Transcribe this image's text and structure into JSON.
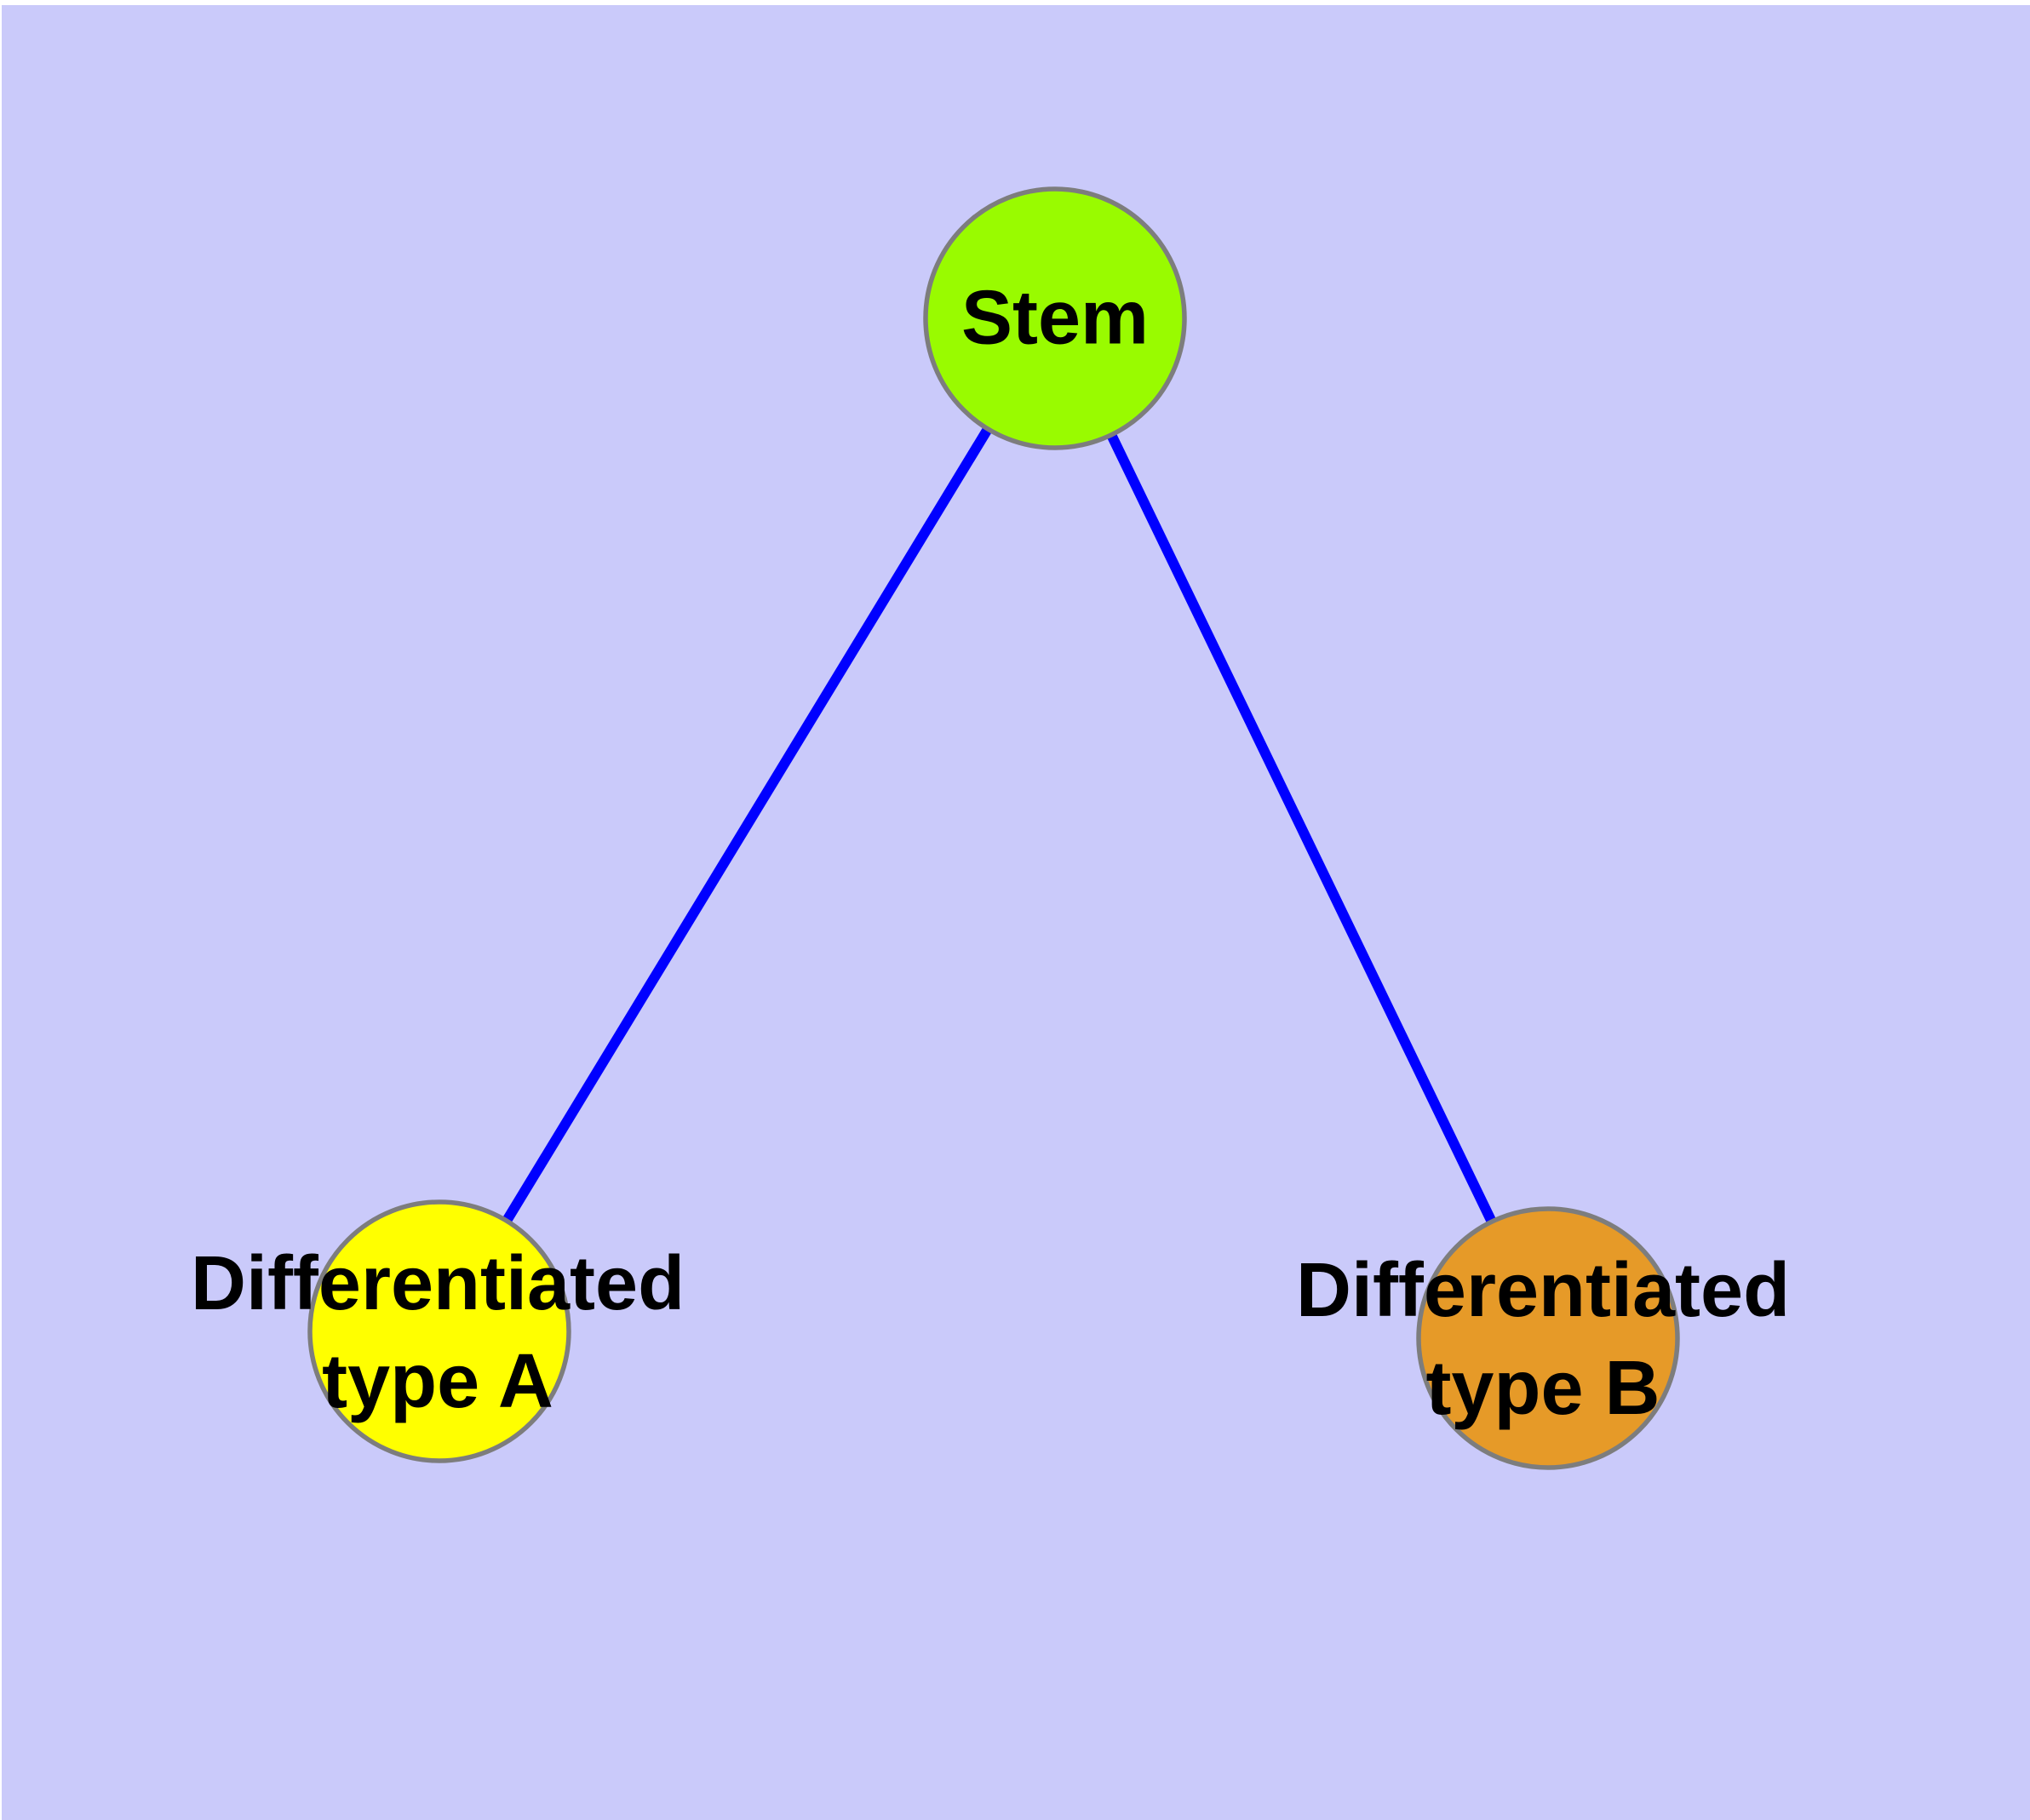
{
  "canvas": {
    "background_color": "#cacafa",
    "margin_color": "#ffffff"
  },
  "graph": {
    "type": "node-link-diagram",
    "edge_color": "#0000ff",
    "node_border_color": "#7d7d7d",
    "label_color": "#000000",
    "nodes": [
      {
        "id": "stem",
        "label": "Stem",
        "fill": "#99fb00"
      },
      {
        "id": "differentiated-a",
        "label": "Differentiated\ntype A",
        "fill": "#ffff00"
      },
      {
        "id": "differentiated-b",
        "label": "Differentiated\ntype B",
        "fill": "#e69a28"
      }
    ],
    "edges": [
      {
        "from": "stem",
        "to": "differentiated-a"
      },
      {
        "from": "stem",
        "to": "differentiated-b"
      }
    ]
  }
}
